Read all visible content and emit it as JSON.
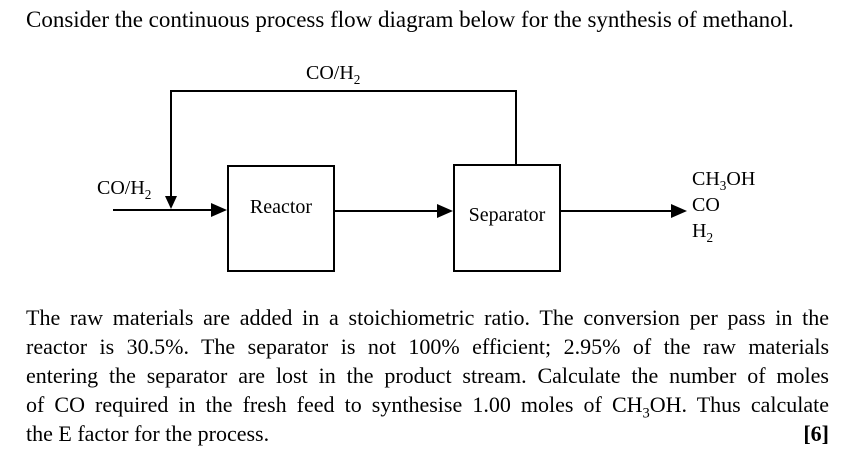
{
  "title": "Consider the continuous process flow diagram below for the synthesis of methanol.",
  "diagram": {
    "recycle_stream_label": "CO/H_2_",
    "fresh_feed_label": "CO/H_2_",
    "reactor_label": "Reactor",
    "separator_label": "Separator",
    "product_stream_labels": [
      "CH_3_OH",
      "CO",
      "H_2_"
    ]
  },
  "problem": {
    "lines": [
      "The raw materials are added in a stoichiometric ratio. The conversion per pass in the",
      "reactor is 30.5%. The separator is not 100% efficient; 2.95% of the raw materials",
      "entering the separator are lost in the product stream. Calculate the number of moles",
      "of CO required in the fresh feed to synthesise 1.00 moles of CH_3_OH. Thus calculate"
    ],
    "last_line": "the E factor for the process.",
    "marks": "[6]"
  }
}
